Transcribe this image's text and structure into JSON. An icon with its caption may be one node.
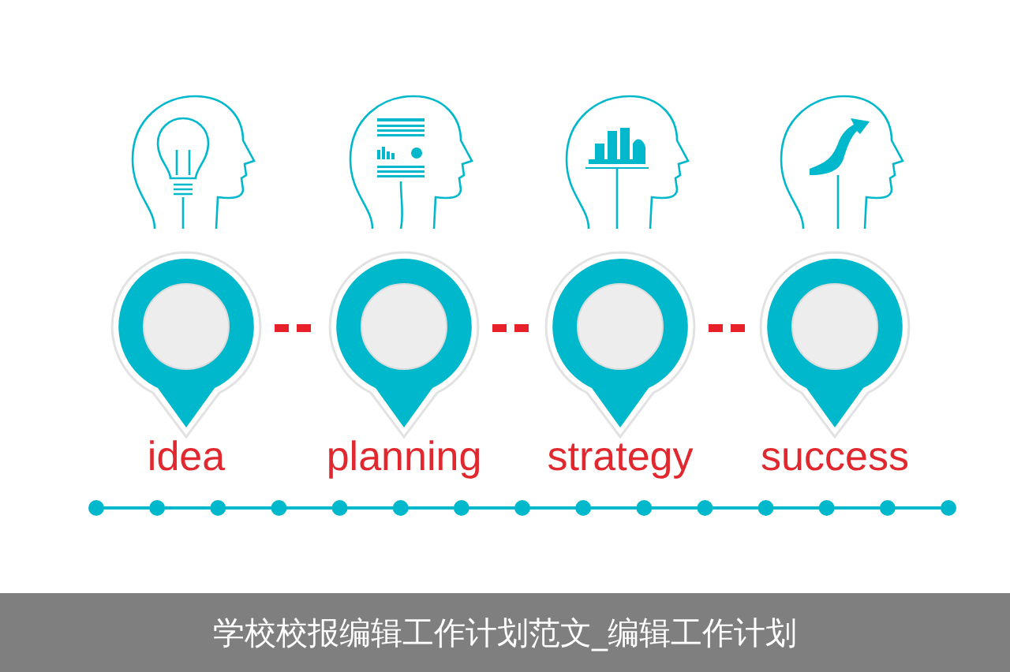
{
  "diagram": {
    "caption": "学校校报编辑工作计划范文_编辑工作计划",
    "nodes": [
      {
        "text": [
          "idea"
        ]
      },
      {
        "text": [
          "planning"
        ]
      },
      {
        "text": [
          "strategy"
        ]
      },
      {
        "text": [
          "success"
        ]
      }
    ],
    "edges": [
      {
        "from": 0,
        "to": 1,
        "arrow": "none",
        "style": "dashed"
      },
      {
        "from": 1,
        "to": 2,
        "arrow": "none",
        "style": "dashed"
      },
      {
        "from": 2,
        "to": 3,
        "arrow": "none",
        "style": "dashed"
      }
    ]
  }
}
